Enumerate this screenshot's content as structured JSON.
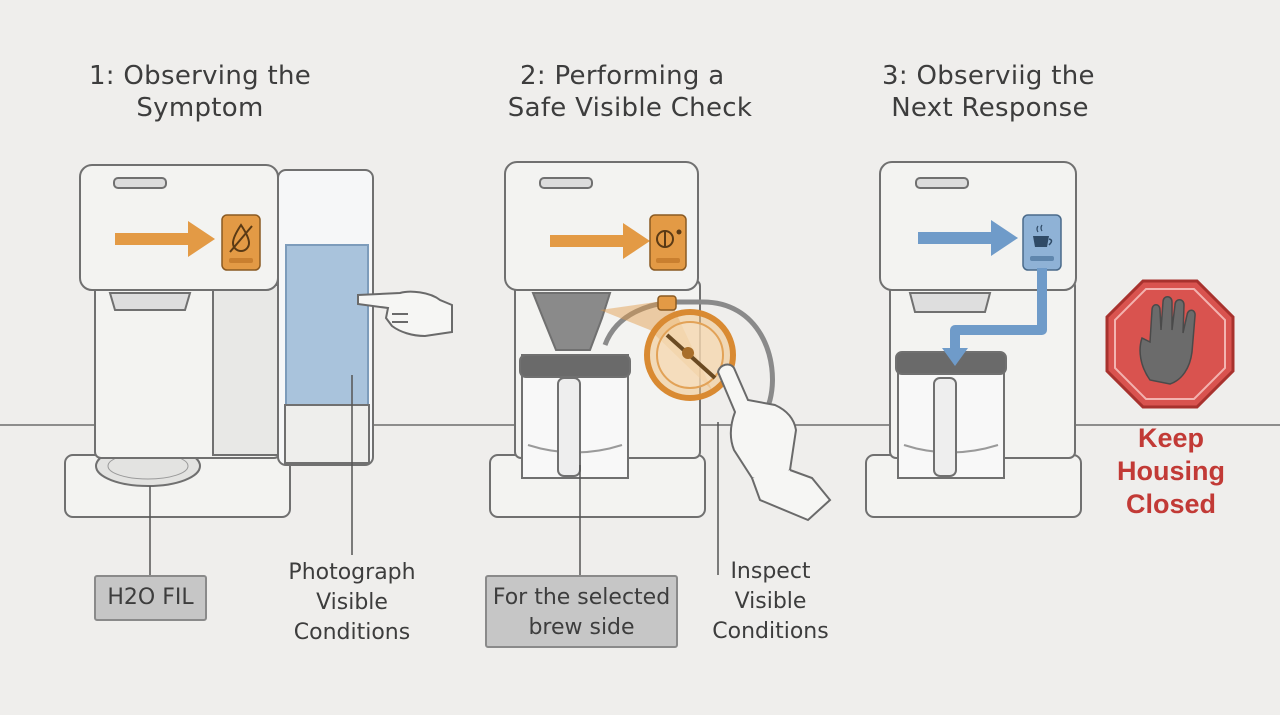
{
  "steps": [
    {
      "title_line1": "1: Observing the",
      "title_line2": "Symptom"
    },
    {
      "title_line1": "2: Performing a",
      "title_line2": "Safe Visible Check"
    },
    {
      "title_line1": "3: Observiig the",
      "title_line2": "Next Response"
    }
  ],
  "labels": {
    "h2o_fil": "H2O FIL",
    "photograph": [
      "Photograph",
      "Visible",
      "Conditions"
    ],
    "brew_side": [
      "For the selected",
      "brew side"
    ],
    "inspect": [
      "Inspect",
      "Visible",
      "Conditions"
    ]
  },
  "stop": {
    "lines": [
      "Keep",
      "Housing",
      "Closed"
    ]
  },
  "colors": {
    "orange": "#e39a45",
    "blue": "#6f9bc9",
    "stop_red": "#d9534f",
    "text_red": "#c23a36",
    "water": "#a9c3dc"
  },
  "icons": {
    "step1_indicator": "no-water-icon",
    "step2_indicator": "valve-dial-icon",
    "step3_indicator": "coffee-cup-icon",
    "stop_sign": "hand-stop-icon"
  }
}
